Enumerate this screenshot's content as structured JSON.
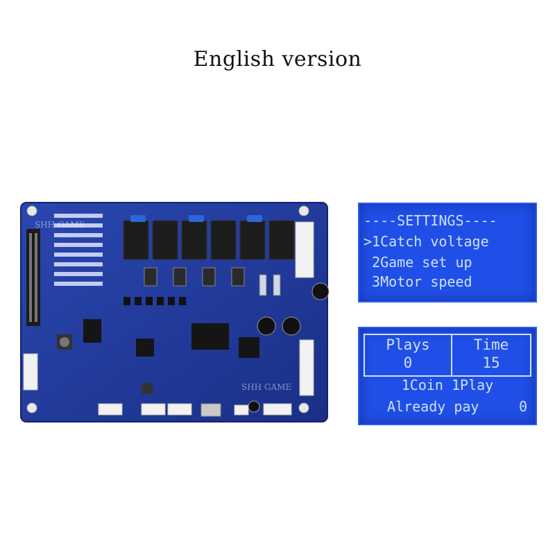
{
  "header": {
    "title": "English version"
  },
  "pcb": {
    "watermark_top": "SHH GAME",
    "watermark_bottom": "SHH GAME"
  },
  "settings_screen": {
    "heading": "----SETTINGS----",
    "items": [
      {
        "label": ">1Catch voltage"
      },
      {
        "label": " 2Game set up"
      },
      {
        "label": " 3Motor speed"
      }
    ]
  },
  "status_screen": {
    "plays_label": "Plays",
    "plays_value": "0",
    "time_label": "Time",
    "time_value": "15",
    "coin_rule": "1Coin 1Play",
    "already_pay_label": "Already pay",
    "already_pay_value": "0"
  },
  "colors": {
    "pcb": "#1f3a9a",
    "lcd": "#1f4fe6",
    "lcd_text": "#cfe0ff"
  }
}
